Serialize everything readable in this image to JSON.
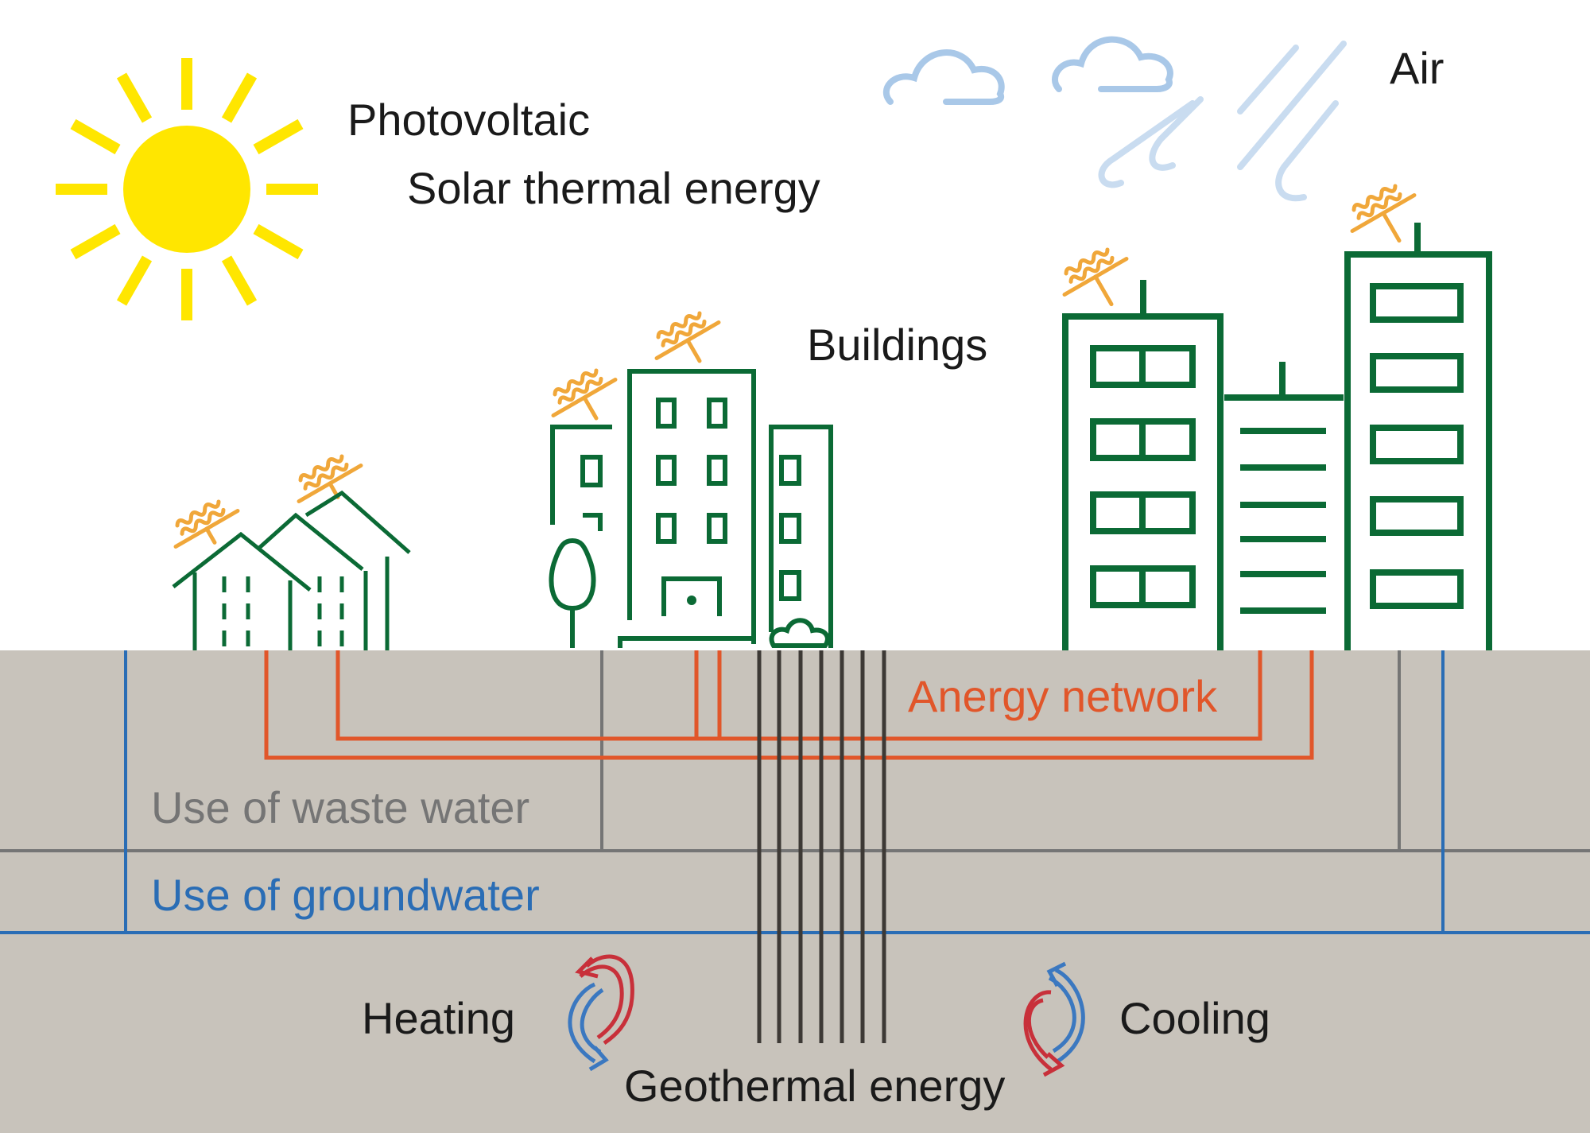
{
  "labels": {
    "photovoltaic": "Photovoltaic",
    "solar_thermal": "Solar thermal energy",
    "air": "Air",
    "buildings": "Buildings",
    "anergy_network": "Anergy network",
    "waste_water": "Use of waste water",
    "groundwater": "Use of groundwater",
    "heating": "Heating",
    "cooling": "Cooling",
    "geothermal": "Geothermal energy"
  },
  "colors": {
    "sun": "#ffe600",
    "cloud": "#a9c8e8",
    "rain": "#c9dcf0",
    "building": "#0b6a35",
    "collector": "#f0a73a",
    "ground": "#c8c3bb",
    "anergy": "#e1562a",
    "waste_water": "#757575",
    "groundwater": "#2a6db5",
    "borehole": "#3d3935",
    "heat_arrow": "#c8303a",
    "cool_arrow": "#3b78c0",
    "text": "#1a1a1a"
  }
}
